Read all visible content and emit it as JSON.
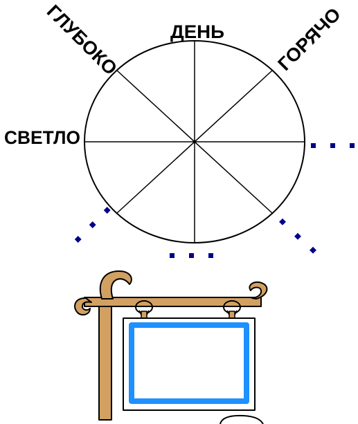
{
  "labels": {
    "top": "ДЕНЬ",
    "top_left": "ГЛУБОКО",
    "top_right": "ГОРЯЧО",
    "left": "СВЕТЛО"
  },
  "colors": {
    "ink": "#000000",
    "dots": "#00008B",
    "post": "#D2A060",
    "board_frame": "#1E90FF"
  },
  "icons": [
    "hanging-signboard-icon"
  ]
}
